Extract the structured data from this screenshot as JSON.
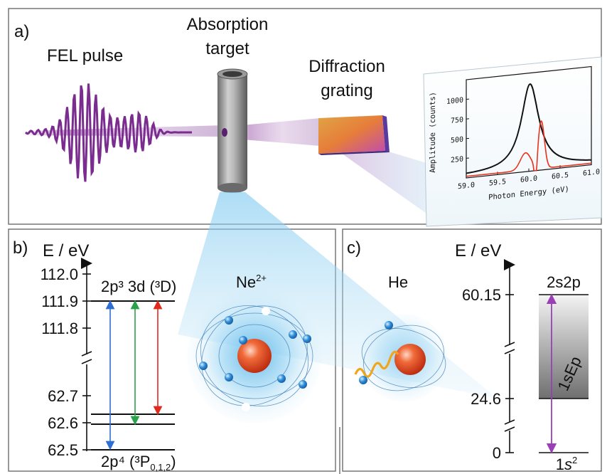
{
  "panel_a": {
    "label": "a)",
    "fel_pulse_label": "FEL pulse",
    "absorption_target_line1": "Absorption",
    "absorption_target_line2": "target",
    "diffraction_line1": "Diffraction",
    "diffraction_line2": "grating"
  },
  "inset_plot": {
    "ylabel": "Amplitude (counts)",
    "xlabel": "Photon Energy (eV)",
    "xticks": [
      "59.0",
      "59.5",
      "60.0",
      "60.5",
      "61.0"
    ],
    "yticks": [
      "250",
      "500",
      "750",
      "1000"
    ],
    "colors": {
      "black_curve": "#111111",
      "red_curve": "#e8321e"
    }
  },
  "panel_b": {
    "label": "b)",
    "axis_title": "E / eV",
    "ticks_upper": [
      "112.0",
      "111.9",
      "111.8"
    ],
    "ticks_lower": [
      "62.7",
      "62.6",
      "62.5"
    ],
    "upper_state": "2p³ 3d (³D)",
    "lower_state_main": "2p⁴ (³P",
    "lower_state_sub": "0,1,2",
    "lower_state_close": ")",
    "colors": {
      "blue": "#2f6fd0",
      "green": "#2aa24a",
      "red": "#e02a1e"
    }
  },
  "atoms": {
    "ne_label": "Ne",
    "ne_charge": "2+",
    "he_label": "He"
  },
  "panel_c": {
    "label": "c)",
    "axis_title": "E / eV",
    "ticks": [
      "60.15",
      "24.6",
      "0"
    ],
    "upper_state": "2s2p",
    "continuum_label": "1sEp",
    "ground_main": "1",
    "ground_italic": "s",
    "ground_sup": "2",
    "colors": {
      "arrow": "#9a3fb5"
    }
  }
}
